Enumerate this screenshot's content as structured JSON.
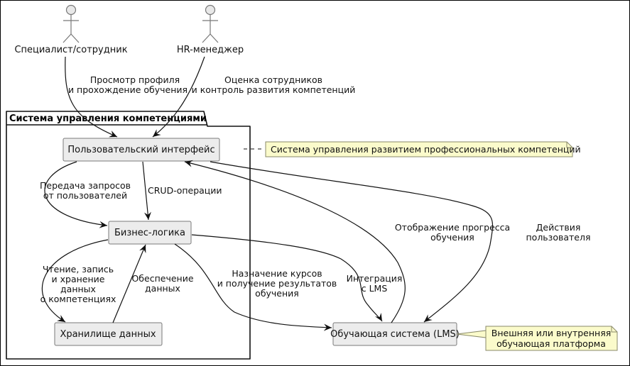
{
  "actors": [
    {
      "id": "specialist",
      "label": "Специалист/сотрудник"
    },
    {
      "id": "hr",
      "label": "HR-менеджер"
    }
  ],
  "package": {
    "title": "Система управления компетенциями"
  },
  "components": {
    "ui": "Пользовательский интерфейс",
    "logic": "Бизнес-логика",
    "storage": "Хранилище данных",
    "lms": "Обучающая система (LMS)"
  },
  "notes": {
    "system": "Система управления развитием профессиональных компетенций",
    "lms": [
      "Внешняя или внутренняя",
      "обучающая платформа"
    ]
  },
  "edges": {
    "specialist_ui": [
      "Просмотр профиля",
      "и прохождение обучения"
    ],
    "hr_ui": [
      "Оценка сотрудников",
      "и контроль развития компетенций"
    ],
    "ui_logic_requests": [
      "Передача запросов",
      "от пользователей"
    ],
    "ui_logic_crud": [
      "CRUD-операции"
    ],
    "logic_storage": [
      "Чтение, запись",
      "и хранение",
      "данных",
      "о компетенциях"
    ],
    "storage_logic": [
      "Обеспечение",
      "данных"
    ],
    "logic_lms_assign": [
      "Назначение курсов",
      "и получение результатов",
      "обучения"
    ],
    "logic_lms_integration": [
      "Интеграция",
      "с LMS"
    ],
    "lms_ui_progress": [
      "Отображение прогресса",
      "обучения"
    ],
    "ui_lms_actions": [
      "Действия",
      "пользователя"
    ]
  }
}
